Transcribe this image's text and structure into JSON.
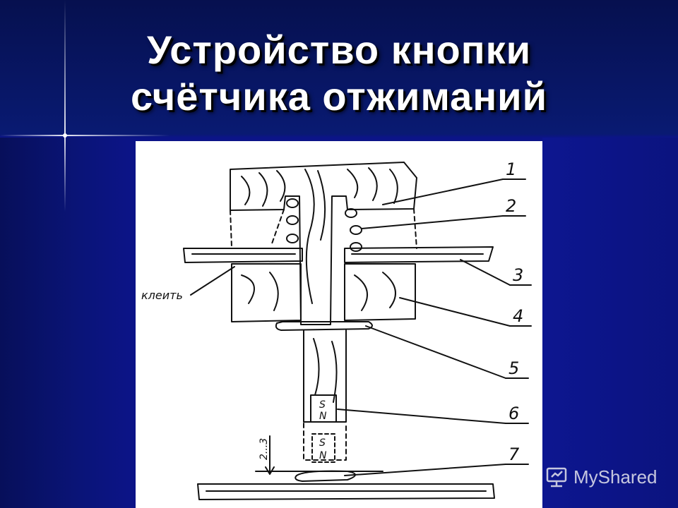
{
  "slide": {
    "title_line1": "Устройство кнопки",
    "title_line2": "счётчика отжиманий"
  },
  "diagram": {
    "labels": [
      "1",
      "2",
      "3",
      "4",
      "5",
      "6",
      "7"
    ],
    "side_label": "клеить",
    "gap_label": "2...3",
    "magnet_top": "S",
    "magnet_bottom": "N",
    "magnet2_top": "S",
    "magnet2_bottom": "N"
  },
  "watermark": {
    "text": "MyShared"
  },
  "colors": {
    "background": "#0b137f",
    "title": "#ffffff",
    "figure_bg": "#ffffff",
    "ink": "#111111"
  }
}
